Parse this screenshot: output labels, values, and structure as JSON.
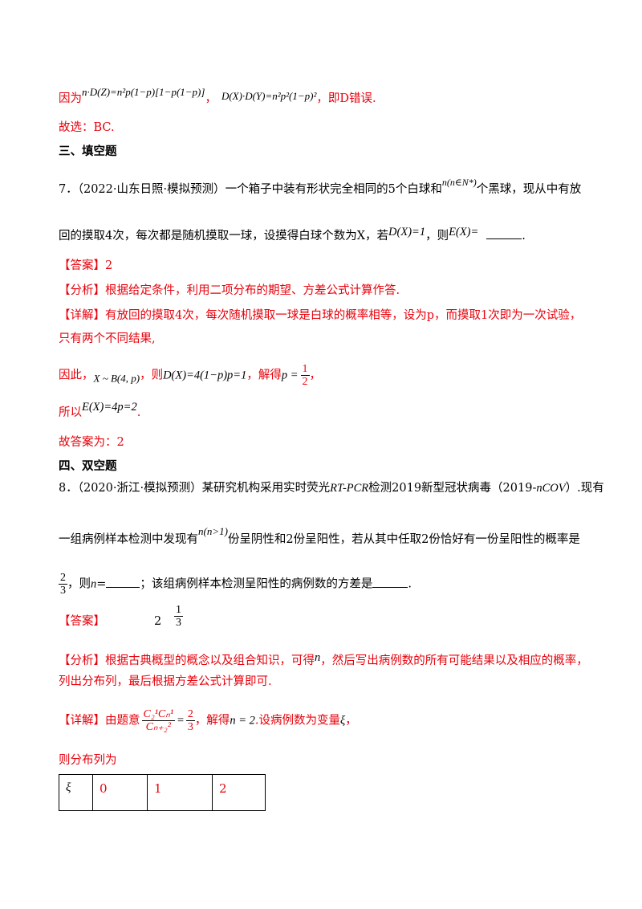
{
  "colors": {
    "answer_red": "#e8000b",
    "text": "#000000"
  },
  "d_conclusion": {
    "prefix": "因为",
    "eq1": "n·D(Z)=n²p(1−p)[1−p(1−p)]",
    "sep": "，",
    "eq2": "D(X)·D(Y)=n²p²(1−p)²",
    "suffix": "，即D错误."
  },
  "choice": "故选：BC.",
  "section3": "三、填空题",
  "q7": {
    "line1_a": "7．（2022·山东日照·模拟预测）一个箱子中装有形状完全相同的5个白球和",
    "line1_math": "n(n∈N*)",
    "line1_b": "个黑球，现从中有放",
    "line2_a": "回的摸取4次，每次都是随机摸取一球，设摸得白球个数为X，若",
    "line2_math1": "D(X)=1",
    "line2_b": "，则",
    "line2_math2": "E(X)=",
    "line2_end": "."
  },
  "a7": {
    "answer_tag": "【答案】",
    "answer_value": "2",
    "analysis_tag": "【分析】",
    "analysis": "根据给定条件，利用二项分布的期望、方差公式计算作答.",
    "detail_tag": "【详解】",
    "detail1": "有放回的摸取4次，每次随机摸取一球是白球的概率相等，设为p，而摸取1次即为一次试验，",
    "detail2": "只有两个不同结果,",
    "detail3_a": "因此，",
    "detail3_m1": "X ~ B(4, p)",
    "detail3_b": "，则",
    "detail3_m2": "D(X)=4(1−p)p=1",
    "detail3_c": "，解得",
    "detail3_m3": "p =",
    "detail3_num": "1",
    "detail3_den": "2",
    "detail3_d": "，",
    "detail4_a": "所以",
    "detail4_m": "E(X)=4p=2",
    "detail4_b": ".",
    "final": "故答案为：2"
  },
  "section4": "四、双空题",
  "q8": {
    "line1_a": "8．（2020·浙江·模拟预测）某研究机构采用实时荧光",
    "line1_rt": "RT-PCR",
    "line1_b": "检测2019新型冠状病毒（2019-",
    "line1_ncov": "nCOV",
    "line1_c": "）.现有",
    "line2_a": "一组病例样本检测中发现有",
    "line2_math": "n(n>1)",
    "line2_b": "份呈阴性和2份呈阳性，若从其中任取2份恰好有一份呈阳性的概率是",
    "line3_num": "2",
    "line3_den": "3",
    "line3_a": "，则",
    "line3_n": "n",
    "line3_b": "=",
    "line3_c": "；该组病例样本检测呈阳性的病例数的方差是",
    "line3_end": "."
  },
  "a8": {
    "answer_tag": "【答案】",
    "answer1": "2",
    "answer2_num": "1",
    "answer2_den": "3",
    "analysis_tag": "【分析】",
    "analysis_a": "根据古典概型的概念以及组合知识，可得",
    "analysis_n": "n",
    "analysis_b": "，然后写出病例数的所有可能结果以及相应的概率，",
    "analysis2": "列出分布列，最后根据方差公式计算即可.",
    "detail_tag": "【详解】",
    "detail_a": "由题意",
    "detail_frac_num": "C₂¹Cₙ¹",
    "detail_frac_den": "Cₙ₊₂²",
    "detail_eq": "=",
    "detail_rhs_num": "2",
    "detail_rhs_den": "3",
    "detail_b": "，解得",
    "detail_m": "n = 2",
    "detail_c": ".设病例数为变量",
    "detail_xi": "ξ",
    "detail_d": "，",
    "dist_title": "则分布列为"
  },
  "dist_table": {
    "header": "ξ",
    "values": [
      "0",
      "1",
      "2"
    ]
  }
}
